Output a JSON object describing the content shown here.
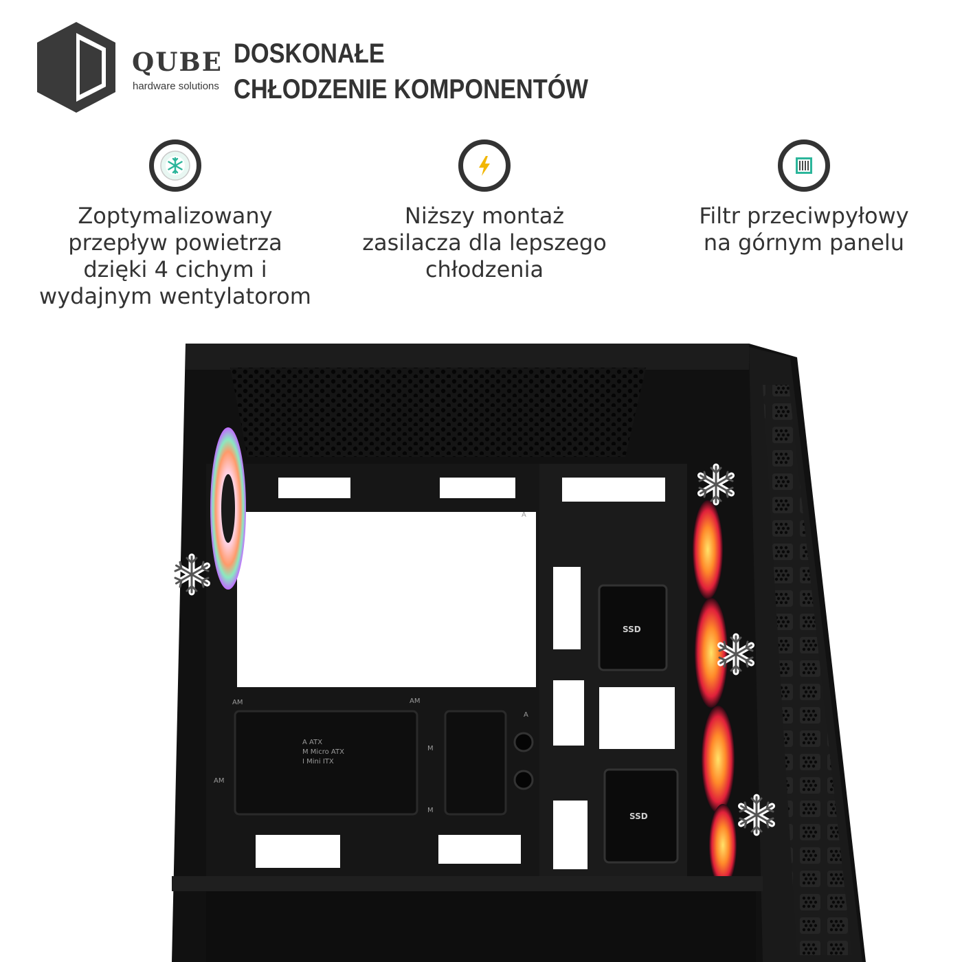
{
  "brand": {
    "name": "QUBE",
    "tagline": "hardware solutions"
  },
  "headline": {
    "line1": "DOSKONAŁE",
    "line2": "CHŁODZENIE KOMPONENTÓW"
  },
  "features": [
    {
      "icon": "snowflake-icon",
      "lines": [
        "Zoptymalizowany",
        "przepływ powietrza",
        "dzięki 4 cichym i",
        "wydajnym wentylatorom"
      ]
    },
    {
      "icon": "lightning-icon",
      "lines": [
        "Niższy montaż",
        "zasilacza dla lepszego",
        "chłodzenia"
      ]
    },
    {
      "icon": "filter-icon",
      "lines": [
        "Filtr przeciwpyłowy",
        "na górnym panelu"
      ]
    }
  ],
  "case_labels": {
    "ssd_top": "SSD",
    "ssd_bottom": "SSD",
    "standoff_a": "AM",
    "standoff_b": "AM",
    "standoff_c": "AM",
    "mark_a1": "A",
    "mark_a2": "A",
    "mark_m1": "M",
    "mark_m2": "M",
    "board_atx": "A ATX",
    "board_matx": "M Micro ATX",
    "board_itx": "I Mini ITX"
  },
  "colors": {
    "text": "#333333",
    "accent_teal": "#2bb59a",
    "accent_yellow": "#f2b705",
    "case_black": "#141414"
  }
}
